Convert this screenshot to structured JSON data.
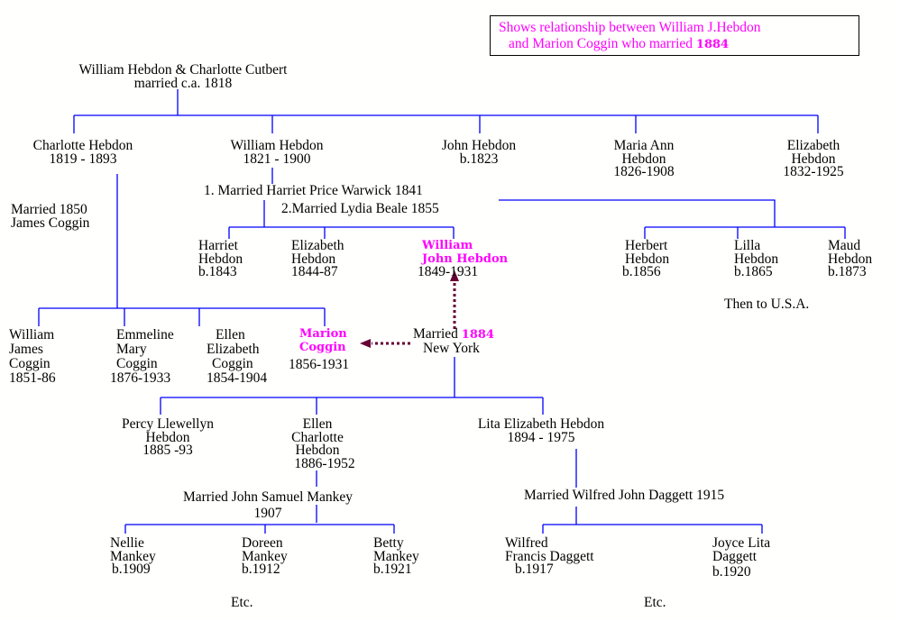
{
  "note": {
    "line1": "Shows relationship between William J.Hebdon",
    "line2": "and Marion Coggin who married",
    "year": "1884"
  },
  "root": {
    "line1": "William Hebdon & Charlotte Cutbert",
    "line2": "married c.a. 1818"
  },
  "gen2": [
    {
      "l1": "Charlotte Hebdon",
      "l2": "1819 - 1893"
    },
    {
      "l1": "William Hebdon",
      "l2": "1821 - 1900"
    },
    {
      "l1": "John Hebdon",
      "l2": "b.1823"
    },
    {
      "l1": "Maria Ann",
      "l2": "Hebdon",
      "l3": "1826-1908"
    },
    {
      "l1": "Elizabeth",
      "l2": "Hebdon",
      "l3": "1832-1925"
    }
  ],
  "charlotte_marriage": {
    "l1": "Married 1850",
    "l2": "James Coggin"
  },
  "william_marriages": {
    "m1": "1.  Married Harriet Price Warwick 1841",
    "m2": "2.Married Lydia Beale 1855"
  },
  "first_family": [
    {
      "l1": "Harriet",
      "l2": "Hebdon",
      "l3": "b.1843"
    },
    {
      "l1": "Elizabeth",
      "l2": "Hebdon",
      "l3": "1844-87"
    },
    {
      "l1": "William",
      "l2": "John Hebdon",
      "l3": "1849-1931"
    }
  ],
  "second_family": [
    {
      "l1": "Herbert",
      "l2": "Hebdon",
      "l3": "b.1856"
    },
    {
      "l1": "Lilla",
      "l2": "Hebdon",
      "l3": "b.1865"
    },
    {
      "l1": "Maud",
      "l2": "Hebdon",
      "l3": "b.1873"
    }
  ],
  "usa_note": "Then to U.S.A.",
  "coggins": [
    {
      "l1": "William",
      "l2": "James",
      "l3": "Coggin",
      "l4": "1851-86"
    },
    {
      "l1": "Emmeline",
      "l2": "Mary",
      "l3": "Coggin",
      "l4": "1876-1933"
    },
    {
      "l1": "Ellen",
      "l2": "Elizabeth",
      "l3": "Coggin",
      "l4": "1854-1904"
    },
    {
      "l1": "Marion",
      "l2": "Coggin",
      "l3": "1856-1931"
    }
  ],
  "marriage_1884": {
    "l1": "Married",
    "year": "1884",
    "l2": "New York"
  },
  "gen4": [
    {
      "l1": "Percy Llewellyn",
      "l2": "Hebdon",
      "l3": "1885 -93"
    },
    {
      "l1": "Ellen",
      "l2": "Charlotte",
      "l3": "Hebdon",
      "l4": "1886-1952"
    },
    {
      "l1": "Lita Elizabeth Hebdon",
      "l2": "1894 - 1975"
    }
  ],
  "ellen_marriage": {
    "l1": "Married John Samuel Mankey",
    "l2": "1907"
  },
  "lita_marriage": "Married Wilfred John Daggett 1915",
  "mankeys": [
    {
      "l1": "Nellie",
      "l2": "Mankey",
      "l3": "b.1909"
    },
    {
      "l1": "Doreen",
      "l2": "Mankey",
      "l3": "b.1912"
    },
    {
      "l1": "Betty",
      "l2": "Mankey",
      "l3": "b.1921"
    }
  ],
  "daggetts": [
    {
      "l1": "Wilfred",
      "l2": "Francis Daggett",
      "l3": "b.1917"
    },
    {
      "l1": "Joyce Lita",
      "l2": "Daggett",
      "l3": "b.1920"
    }
  ],
  "etc": "Etc.",
  "colors": {
    "line": "#0000ff",
    "highlight": "#ff00ff",
    "arrow": "#660033"
  }
}
